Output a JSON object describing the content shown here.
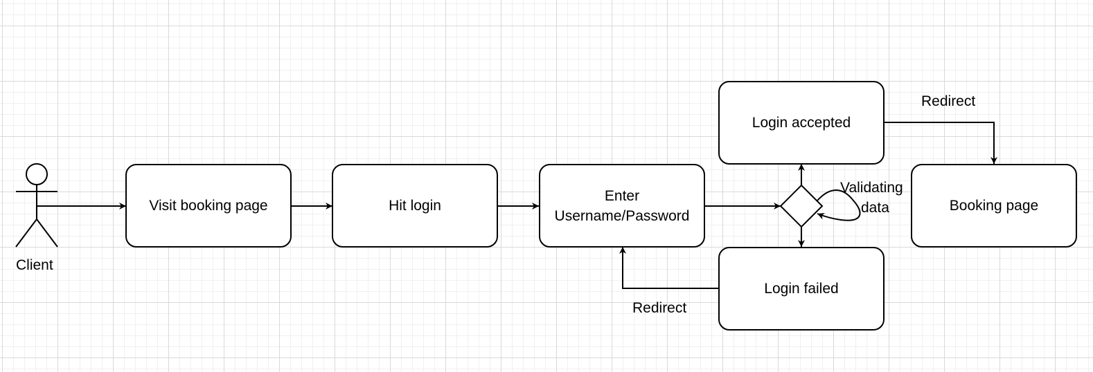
{
  "actor": {
    "label": "Client"
  },
  "nodes": {
    "visit_booking": "Visit booking page",
    "hit_login": "Hit login",
    "enter_credentials": "Enter\nUsername/Password",
    "login_accepted": "Login accepted",
    "login_failed": "Login failed",
    "booking_page": "Booking page"
  },
  "labels": {
    "validating": "Validating",
    "validating_2": "data",
    "redirect_top": "Redirect",
    "redirect_bottom": "Redirect"
  },
  "colors": {
    "stroke": "#000000",
    "grid_major": "#d9d9d9",
    "grid_minor": "#f0f0f0",
    "background": "#ffffff"
  }
}
